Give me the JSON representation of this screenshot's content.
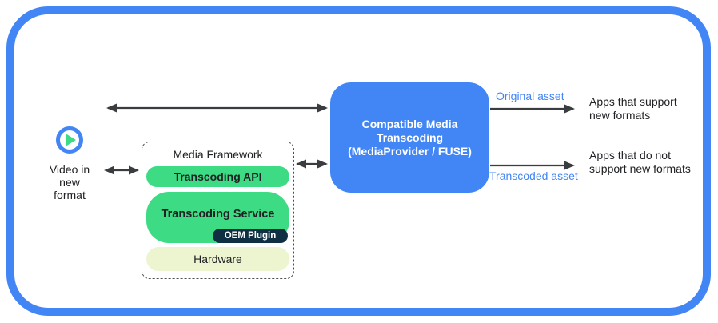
{
  "colors": {
    "accent_blue": "#4285F4",
    "android_green": "#3DDC84",
    "oem_navy": "#0E3042",
    "hardware_cream": "#EDF5D0",
    "arrow_gray": "#3A3D40"
  },
  "source": {
    "icon": "play-icon",
    "label": "Video in\nnew\nformat"
  },
  "media_framework": {
    "title": "Media Framework",
    "layers": [
      {
        "label": "Transcoding API"
      },
      {
        "label": "Transcoding Service",
        "badge": "OEM Plugin"
      },
      {
        "label": "Hardware"
      }
    ]
  },
  "transcoder": {
    "label": "Compatible Media\nTranscoding\n(MediaProvider / FUSE)"
  },
  "outputs": [
    {
      "asset_label": "Original asset",
      "target": "Apps that support\nnew formats"
    },
    {
      "asset_label": "Transcoded asset",
      "target": "Apps that do not\nsupport new formats"
    }
  ]
}
